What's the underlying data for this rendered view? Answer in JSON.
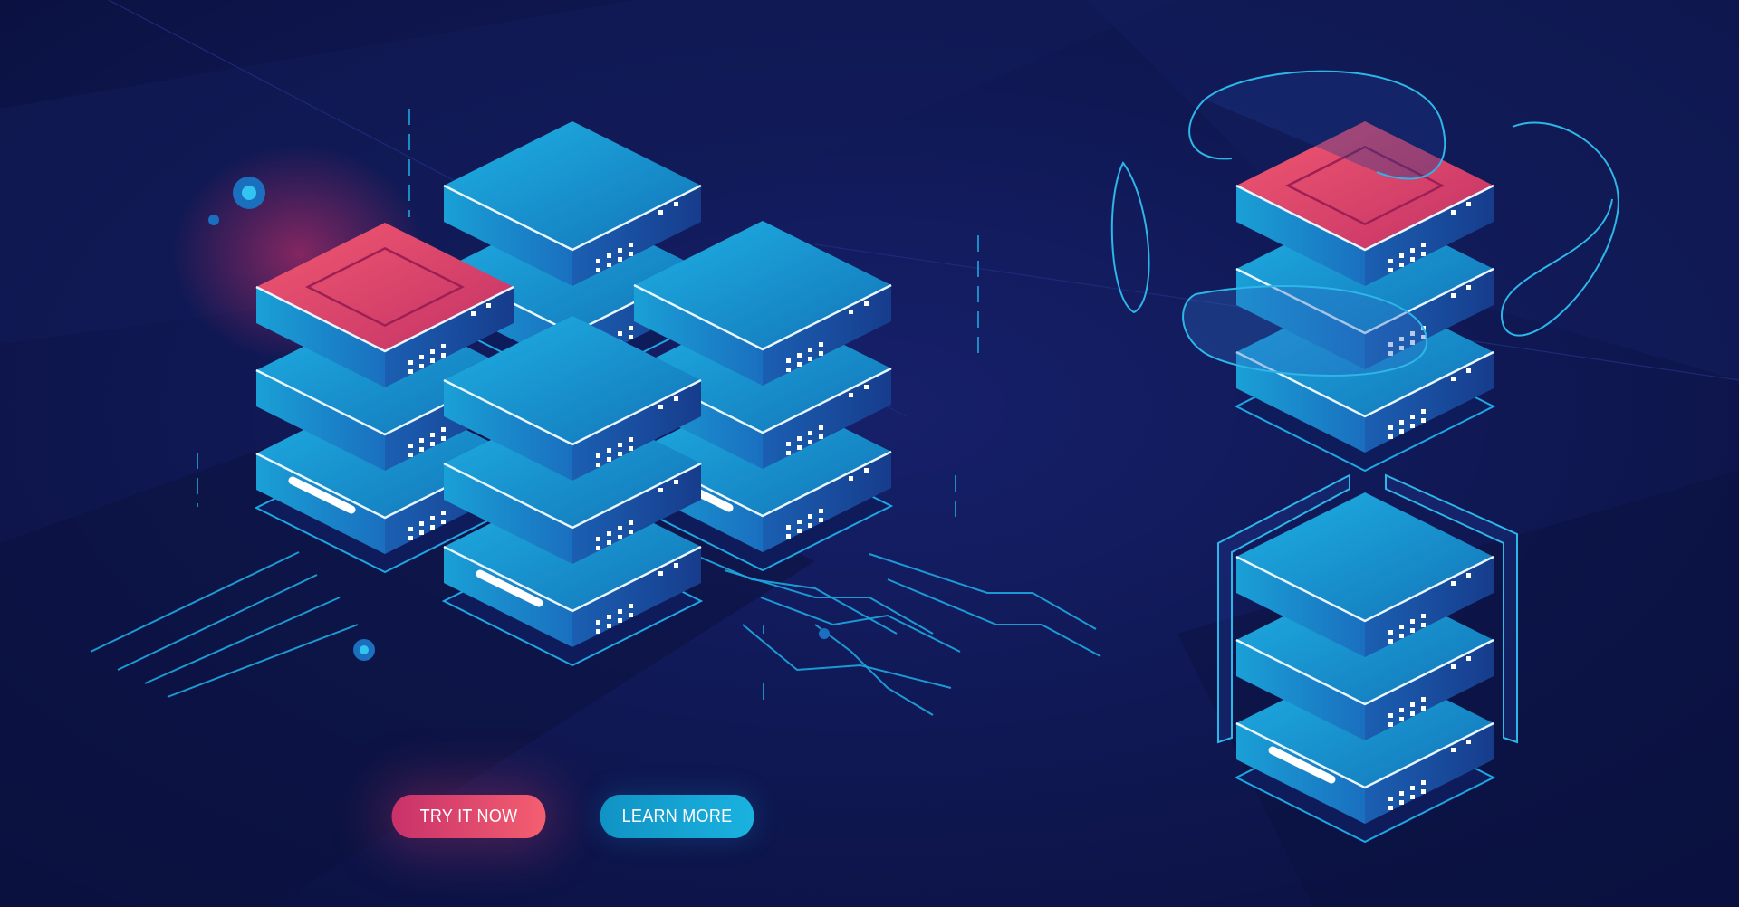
{
  "buttons": {
    "try_label": "TRY IT NOW",
    "learn_label": "LEARN MORE"
  },
  "colors": {
    "background": "#0c1444",
    "server_top_blue": "#1aa3d8",
    "server_top_red": "#e1486a",
    "outline_cyan": "#2db6e8",
    "button_pink": "#e8466c",
    "button_blue": "#18a6d8"
  },
  "illustration": {
    "left_group": "server-rack-cluster",
    "right_top": "server-stack-highlighted",
    "right_bottom": "server-stack-with-panels"
  }
}
